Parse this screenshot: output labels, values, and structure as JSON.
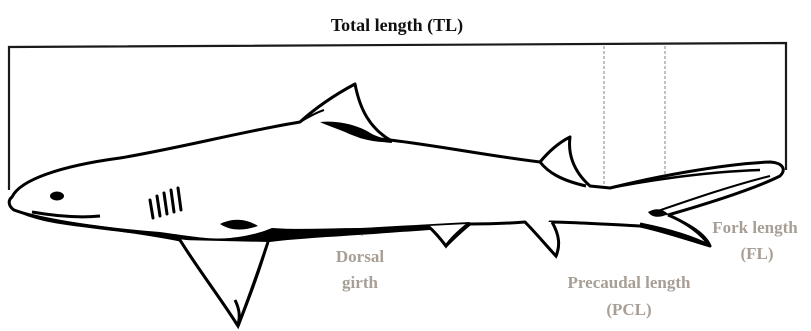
{
  "labels": {
    "total_length": "Total length (TL)",
    "dorsal_girth": [
      "Dorsal",
      "girth"
    ],
    "precaudal_length": [
      "Precaudal length",
      "(PCL)"
    ],
    "fork_length": [
      "Fork length",
      "(FL)"
    ]
  },
  "colors": {
    "title": "#111111",
    "measure_labels": "#a79f96",
    "bracket": "#1a1a1a",
    "guide_lines": "#b5b0aa",
    "shark_outline": "#000000",
    "shark_fill": "#ffffff"
  },
  "subject": "shark-lateral-silhouette"
}
